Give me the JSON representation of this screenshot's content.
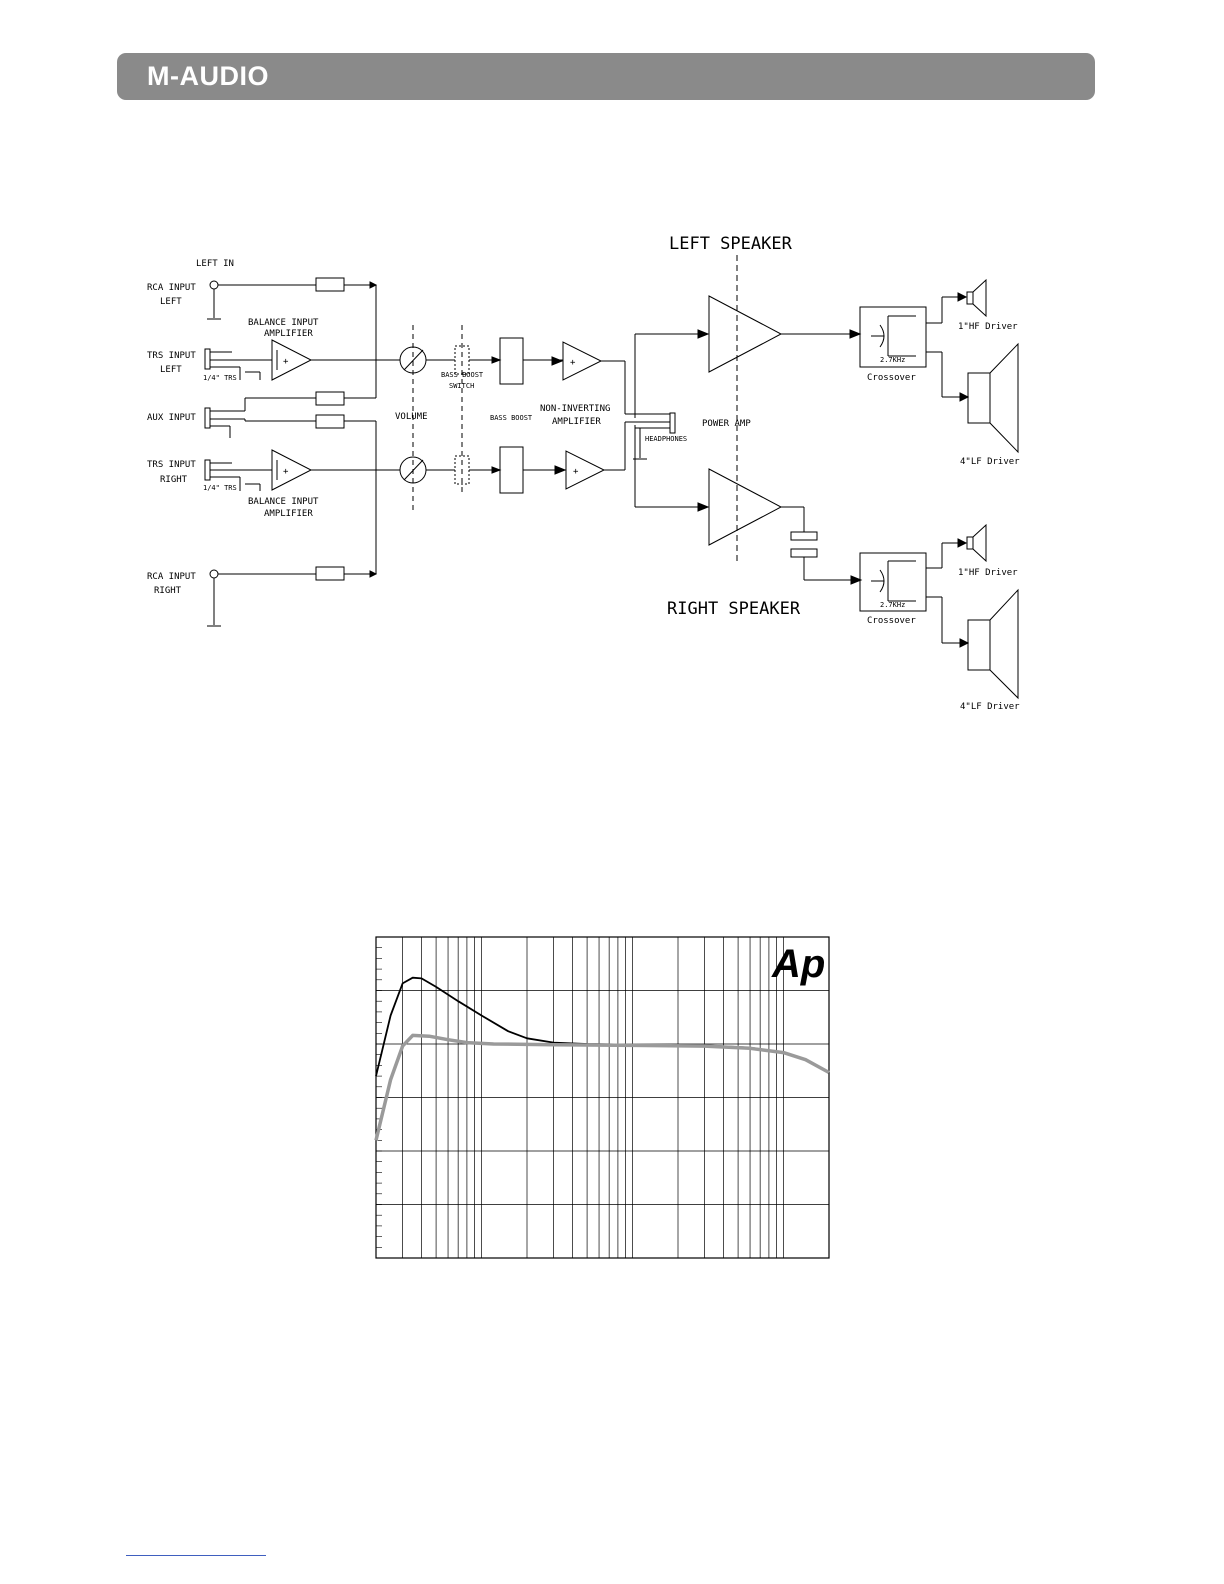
{
  "header": {
    "brand": "M-AUDIO",
    "bar_color": "#8a8a8a"
  },
  "diagram": {
    "left_speaker_title": "LEFT SPEAKER",
    "right_speaker_title": "RIGHT SPEAKER",
    "left_in": "LEFT IN",
    "rca_input": "RCA INPUT",
    "left": "LEFT",
    "right": "RIGHT",
    "trs_input": "TRS INPUT",
    "aux_input": "AUX INPUT",
    "balance_input_amp_1": "BALANCE INPUT",
    "balance_input_amp_2": "AMPLIFIER",
    "quarter_trs": "1/4\" TRS",
    "volume": "VOLUME",
    "bass_boost_switch_1": "BASS BOOST",
    "bass_boost_switch_2": "SWITCH",
    "bass_boost": "BASS BOOST",
    "non_inverting_1": "NON-INVERTING",
    "non_inverting_2": "AMPLIFIER",
    "headphones": "HEADPHONES",
    "power_amp": "POWER AMP",
    "crossover": "Crossover",
    "crossover_freq": "2.7KHz",
    "hf_driver": "1\"HF Driver",
    "lf_driver": "4\"LF Driver",
    "plus": "+"
  },
  "chart_data": {
    "type": "line",
    "x_scale": "log",
    "logo": "Ap",
    "logo_color": "#3b2d8a",
    "grid": true,
    "series": [
      {
        "color": "#000000",
        "points": [
          [
            20,
            -4.5
          ],
          [
            25,
            4.0
          ],
          [
            30,
            8.5
          ],
          [
            35,
            9.3
          ],
          [
            40,
            9.2
          ],
          [
            50,
            8.0
          ],
          [
            70,
            6.0
          ],
          [
            100,
            4.0
          ],
          [
            150,
            1.8
          ],
          [
            200,
            0.8
          ],
          [
            300,
            0.2
          ],
          [
            500,
            0.0
          ],
          [
            1000,
            -0.1
          ],
          [
            3000,
            -0.2
          ],
          [
            6000,
            -0.5
          ],
          [
            10000,
            -1.2
          ],
          [
            14000,
            -2.2
          ],
          [
            20000,
            -4.0
          ]
        ]
      },
      {
        "color": "#9a9a9a",
        "points": [
          [
            20,
            -13.5
          ],
          [
            25,
            -5.0
          ],
          [
            30,
            -0.3
          ],
          [
            35,
            1.2
          ],
          [
            45,
            1.1
          ],
          [
            60,
            0.6
          ],
          [
            80,
            0.2
          ],
          [
            120,
            0.0
          ],
          [
            300,
            -0.1
          ],
          [
            1000,
            -0.2
          ],
          [
            3000,
            -0.3
          ],
          [
            6000,
            -0.6
          ],
          [
            10000,
            -1.2
          ],
          [
            14000,
            -2.2
          ],
          [
            20000,
            -4.0
          ]
        ]
      }
    ],
    "xlim": [
      20,
      20000
    ],
    "ylim": [
      -30,
      15
    ]
  }
}
